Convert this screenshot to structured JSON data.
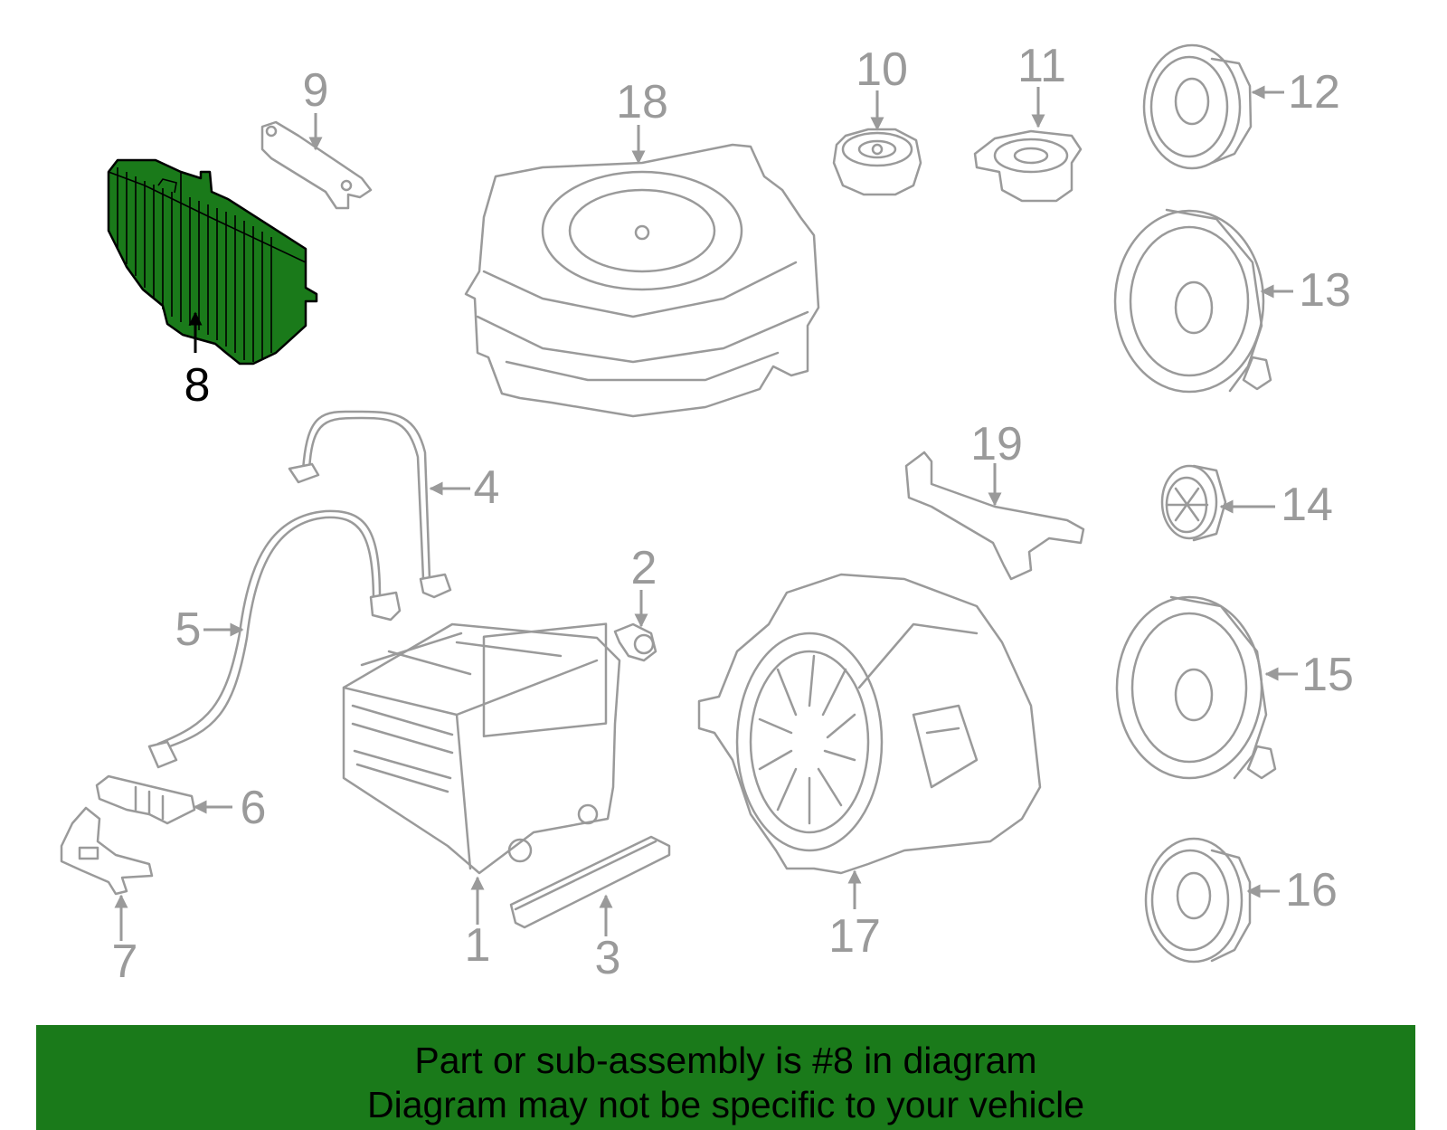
{
  "diagram": {
    "highlighted_part": "8",
    "highlight_color": "#1a7a1a",
    "line_color": "#9a9a9a",
    "callouts": [
      "1",
      "2",
      "3",
      "4",
      "5",
      "6",
      "7",
      "8",
      "9",
      "10",
      "11",
      "12",
      "13",
      "14",
      "15",
      "16",
      "17",
      "18",
      "19"
    ]
  },
  "banner": {
    "line1": "Part or sub-assembly is #8 in diagram",
    "line2": "Diagram may not be specific to your vehicle",
    "color": "#1a7a1a"
  }
}
